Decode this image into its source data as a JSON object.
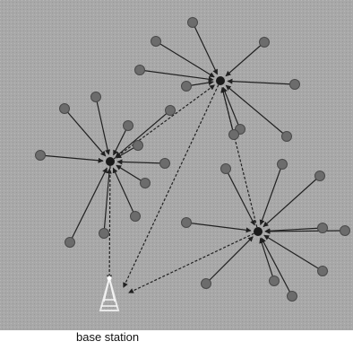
{
  "diagram": {
    "colors": {
      "field": "#a8a8a8",
      "sensor_node": "#6c6c6c",
      "sensor_edge": "#4a4a4a",
      "cluster_head": "#1a1a1a",
      "link": "#202020",
      "base_station": "#e9e9e9"
    },
    "base_station_label": "base station",
    "clusters": [
      {
        "id": "cluster-1",
        "members": 11
      },
      {
        "id": "cluster-2",
        "members": 9
      },
      {
        "id": "cluster-3",
        "members": 10
      }
    ]
  }
}
